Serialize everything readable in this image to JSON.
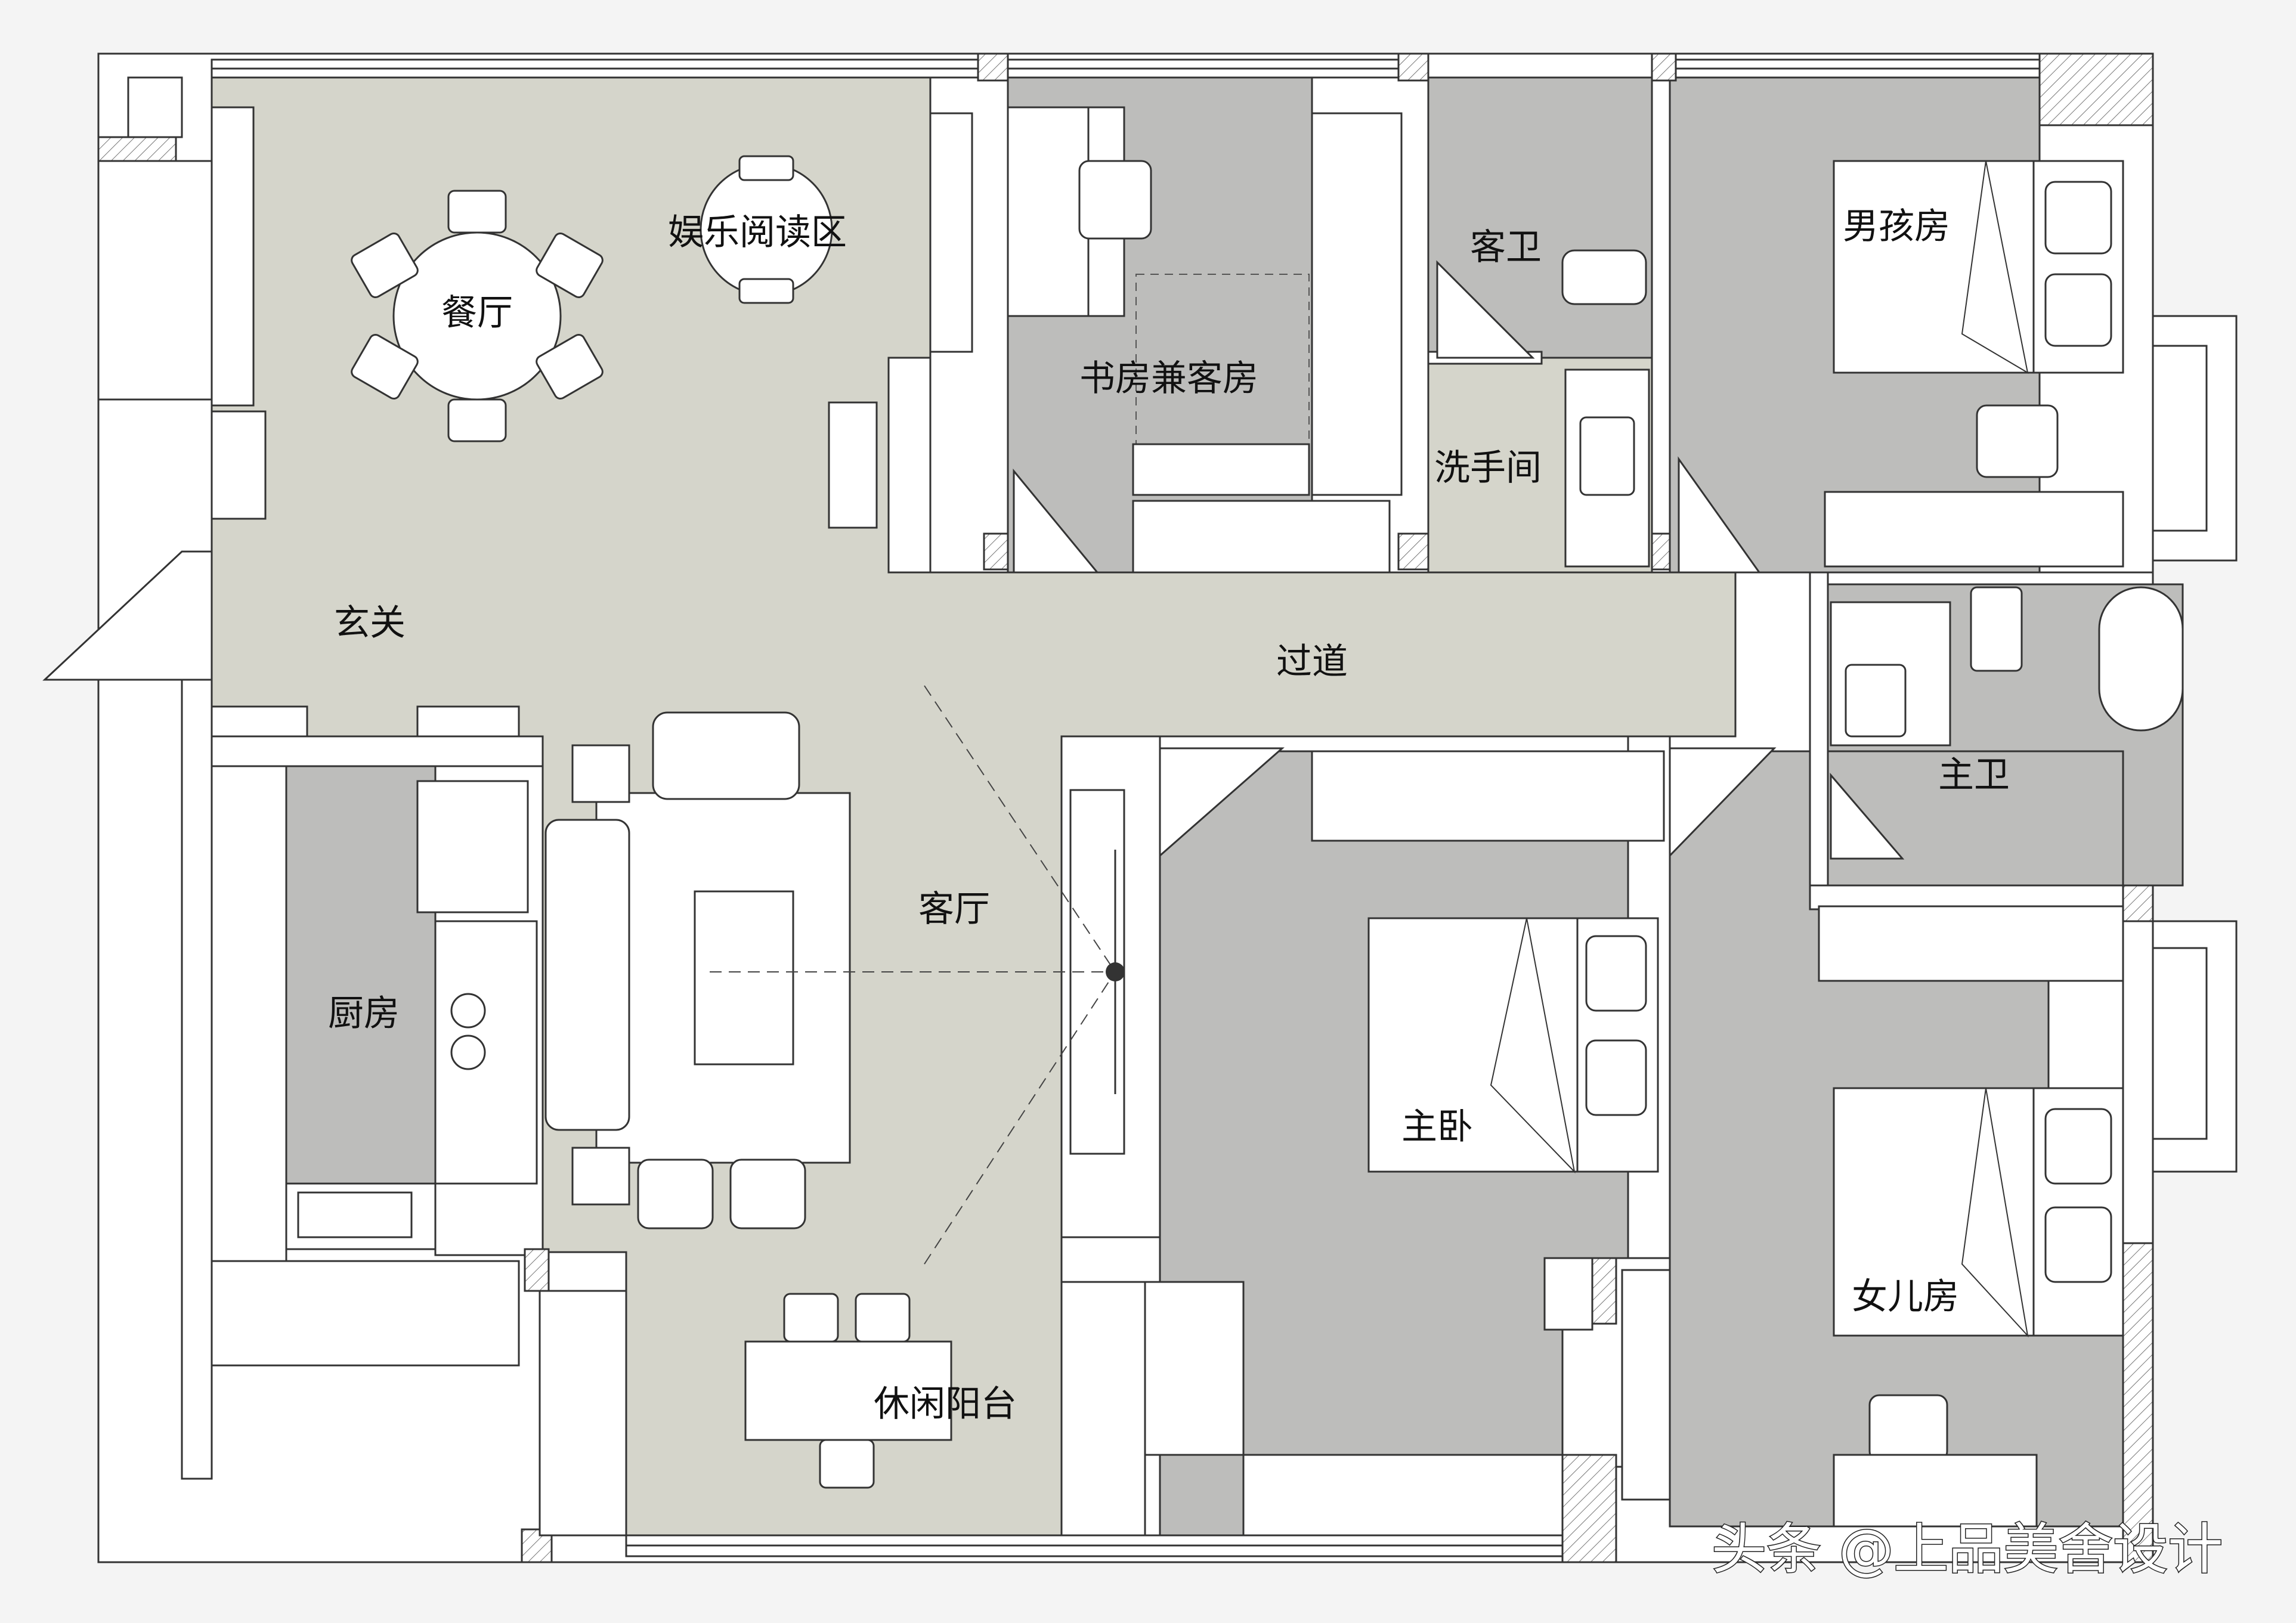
{
  "colors": {
    "background": "#f4f4f4",
    "floor_light": "#d5d5cb",
    "floor_wet": "#bdbdbb",
    "floor_dark": "#b8b8b6",
    "wall": "#ffffff",
    "line": "#333333"
  },
  "rooms": {
    "dining": "餐厅",
    "reading": "娱乐阅读区",
    "study": "书房兼客房",
    "guest_bath": "客卫",
    "wash": "洗手间",
    "boy_room": "男孩房",
    "entrance": "玄关",
    "corridor": "过道",
    "living": "客厅",
    "kitchen": "厨房",
    "master_bath": "主卫",
    "master_bedroom": "主卧",
    "daughter_room": "女儿房",
    "balcony": "休闲阳台"
  },
  "watermark": "头条 @上品美舍设计"
}
